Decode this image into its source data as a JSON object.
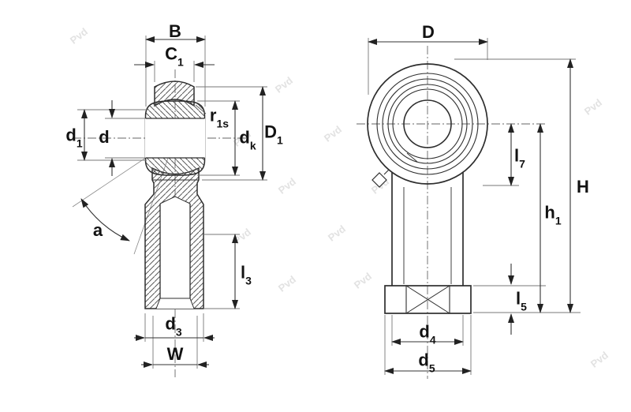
{
  "labels": {
    "B": {
      "main": "B"
    },
    "C1": {
      "main": "C",
      "sub": "1"
    },
    "r1s": {
      "main": "r",
      "sub": "1s"
    },
    "d1": {
      "main": "d",
      "sub": "1"
    },
    "d": {
      "main": "d"
    },
    "dk": {
      "main": "d",
      "sub": "k"
    },
    "D1": {
      "main": "D",
      "sub": "1"
    },
    "a": {
      "main": "a"
    },
    "l3": {
      "main": "l",
      "sub": "3"
    },
    "d3": {
      "main": "d",
      "sub": "3"
    },
    "W": {
      "main": "W"
    },
    "D": {
      "main": "D"
    },
    "l7": {
      "main": "l",
      "sub": "7"
    },
    "h1": {
      "main": "h",
      "sub": "1"
    },
    "H": {
      "main": "H"
    },
    "l5": {
      "main": "l",
      "sub": "5"
    },
    "d4": {
      "main": "d",
      "sub": "4"
    },
    "d5": {
      "main": "d",
      "sub": "5"
    }
  },
  "watermark": {
    "text": "Pvd"
  },
  "colors": {
    "background": "#ffffff",
    "outline": "#2e2e2e",
    "dimension": "#3a3a3a",
    "extension": "#777777",
    "hatch": "#5a5a5a",
    "label": "#121212",
    "watermark": "#dedede"
  }
}
